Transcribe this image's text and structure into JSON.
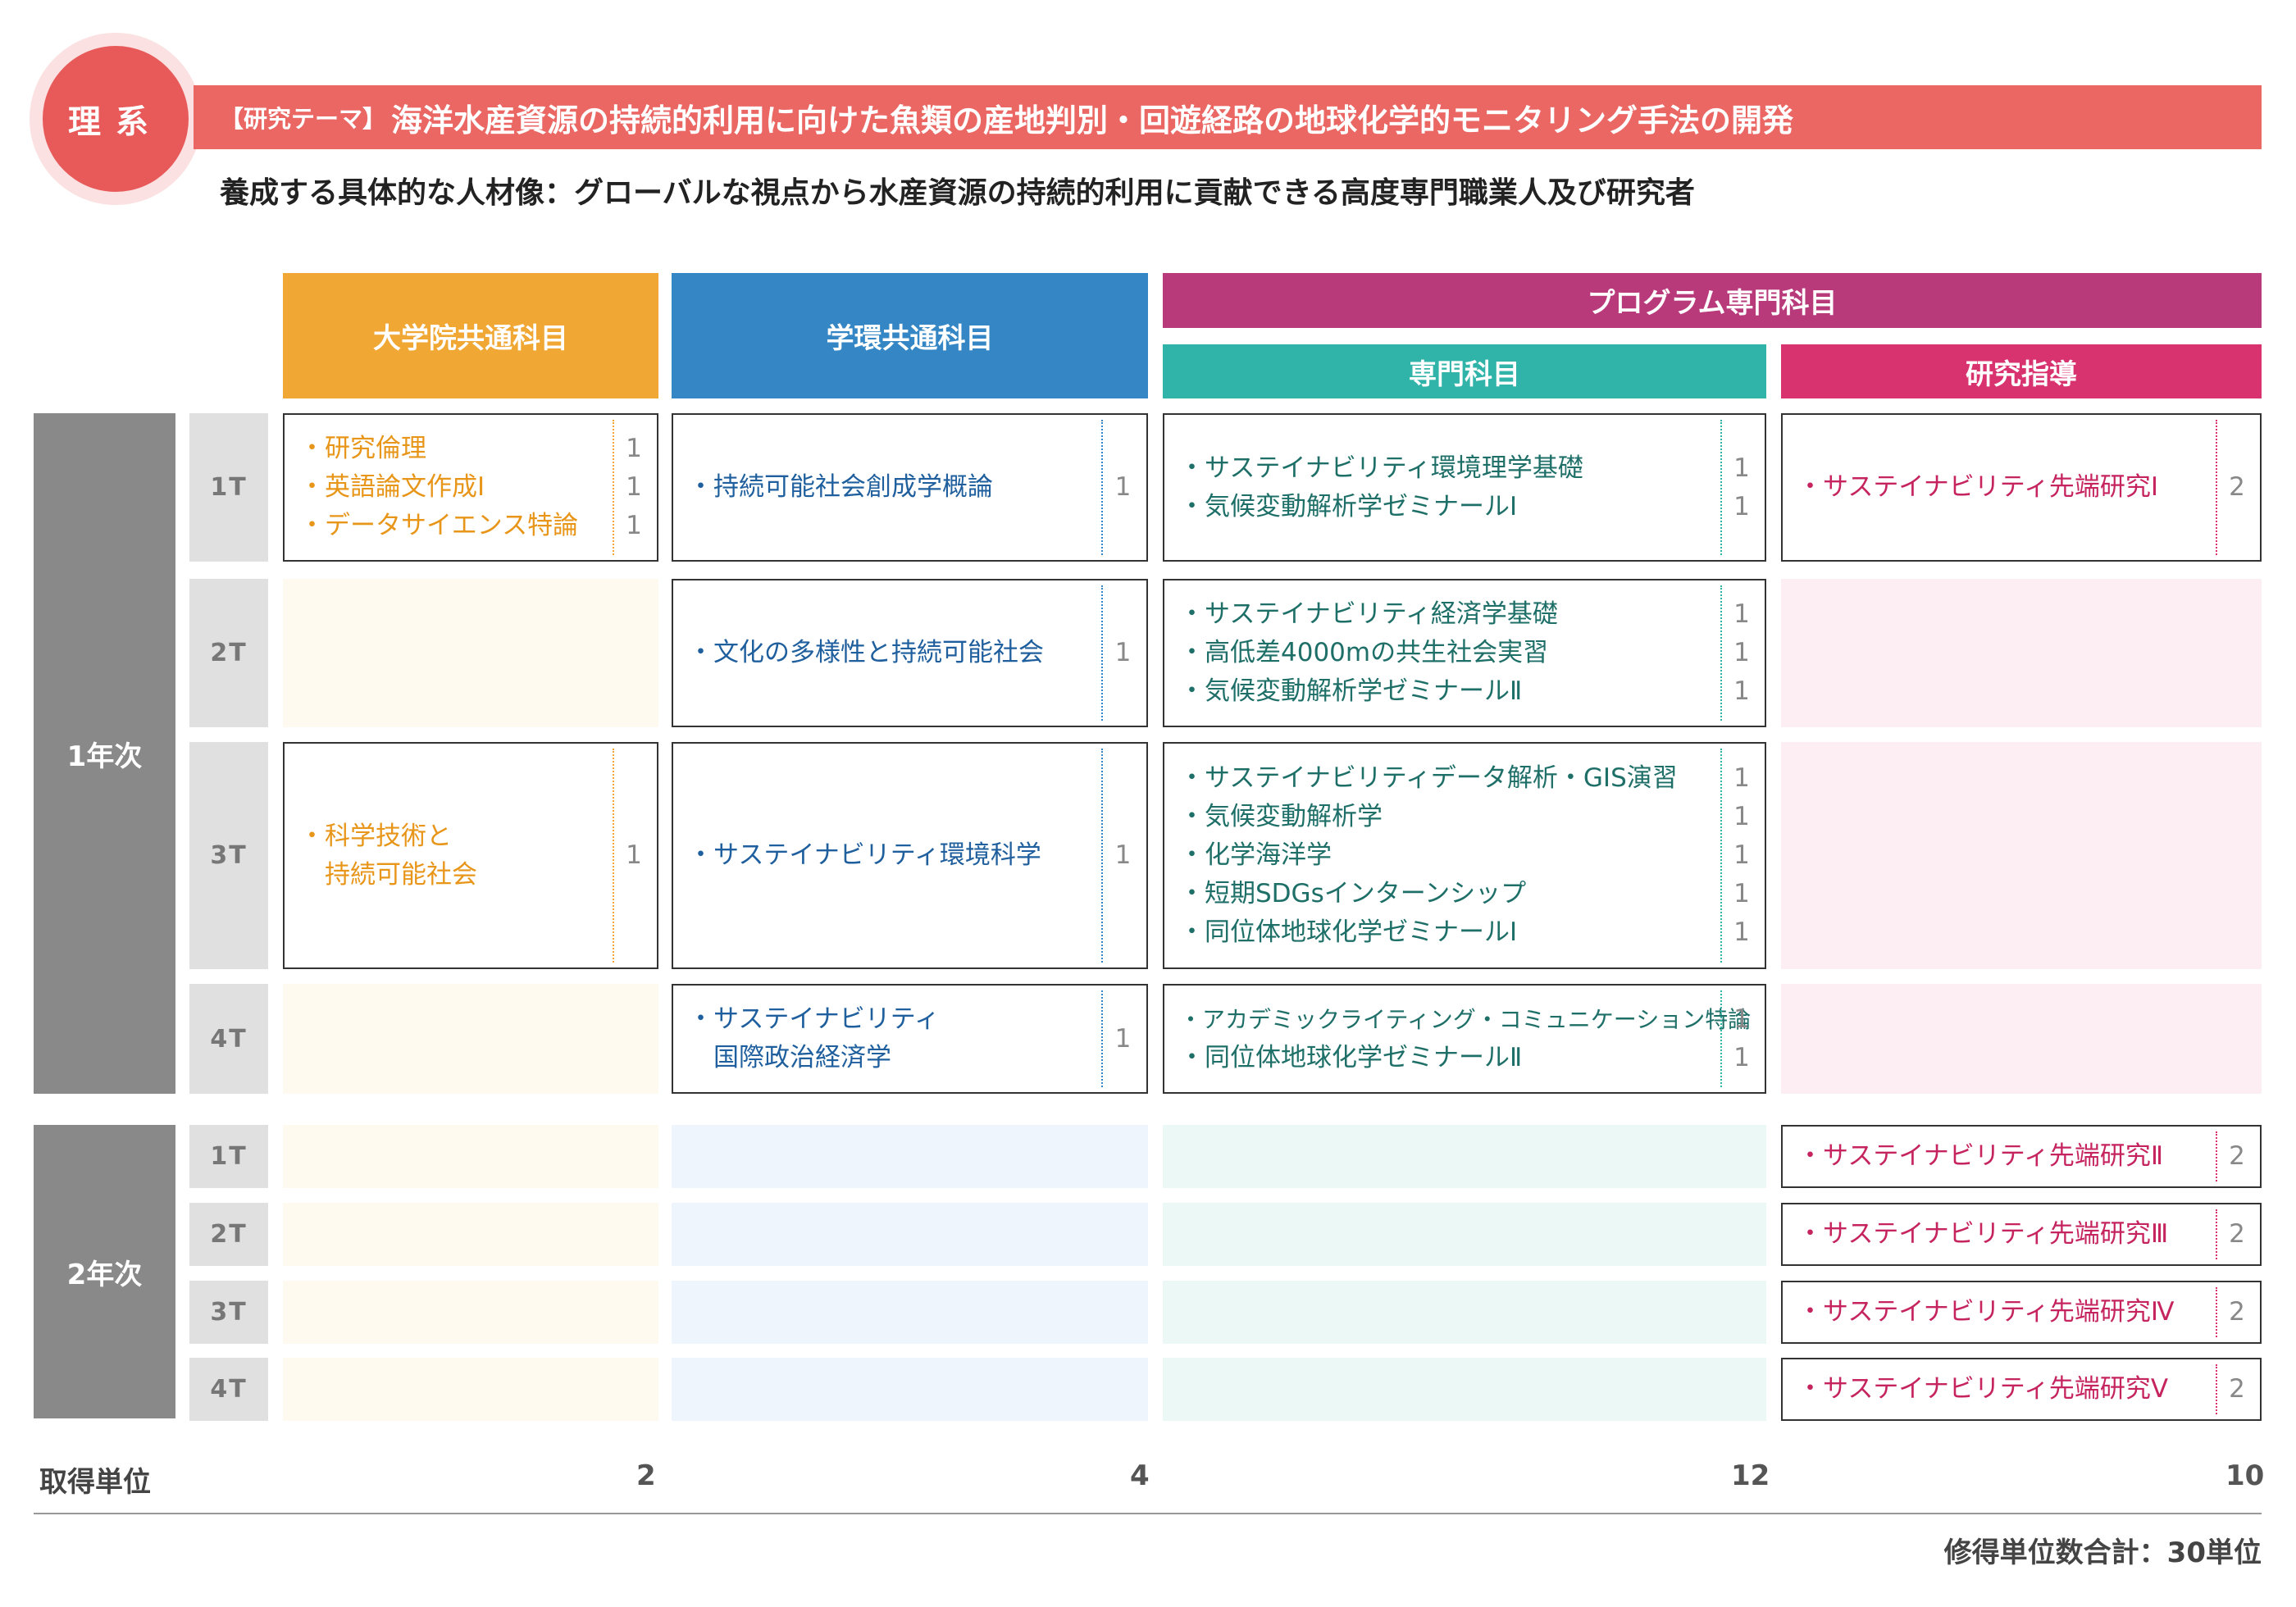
{
  "header": {
    "badge": "理系",
    "theme_prefix": "【研究テーマ】",
    "theme": "海洋水産資源の持続的利用に向けた魚類の産地判別・回遊経路の地球化学的モニタリング手法の開発",
    "subtitle": "養成する具体的な人材像：グローバルな視点から水産資源の持続的利用に貢献できる高度専門職業人及び研究者"
  },
  "columns": {
    "grad": "大学院共通科目",
    "gakkan": "学環共通科目",
    "program": "プログラム専門科目",
    "senmon": "専門科目",
    "kenkyu": "研究指導"
  },
  "years": {
    "y1": "1年次",
    "y2": "2年次"
  },
  "terms": [
    "1T",
    "2T",
    "3T",
    "4T",
    "1T",
    "2T",
    "3T",
    "4T"
  ],
  "cells": {
    "r1": {
      "grad": {
        "items": [
          "・研究倫理",
          "・英語論文作成Ⅰ",
          "・データサイエンス特論"
        ],
        "credits": [
          "1",
          "1",
          "1"
        ]
      },
      "gakkan": {
        "items": [
          "・持続可能社会創成学概論"
        ],
        "credits": [
          "1"
        ]
      },
      "senmon": {
        "items": [
          "・サステイナビリティ環境理学基礎",
          "・気候変動解析学ゼミナールⅠ"
        ],
        "credits": [
          "1",
          "1"
        ]
      },
      "kenkyu": {
        "items": [
          "・サステイナビリティ先端研究Ⅰ"
        ],
        "credits": [
          "2"
        ]
      }
    },
    "r2": {
      "gakkan": {
        "items": [
          "・文化の多様性と持続可能社会"
        ],
        "credits": [
          "1"
        ]
      },
      "senmon": {
        "items": [
          "・サステイナビリティ経済学基礎",
          "・高低差4000mの共生社会実習",
          "・気候変動解析学ゼミナールⅡ"
        ],
        "credits": [
          "1",
          "1",
          "1"
        ]
      }
    },
    "r3": {
      "grad": {
        "items": [
          "・科学技術と",
          "　持続可能社会"
        ],
        "credits": [
          "1"
        ]
      },
      "gakkan": {
        "items": [
          "・サステイナビリティ環境科学"
        ],
        "credits": [
          "1"
        ]
      },
      "senmon": {
        "items": [
          "・サステイナビリティデータ解析・GIS演習",
          "・気候変動解析学",
          "・化学海洋学",
          "・短期SDGsインターンシップ",
          "・同位体地球化学ゼミナールⅠ"
        ],
        "credits": [
          "1",
          "1",
          "1",
          "1",
          "1"
        ]
      }
    },
    "r4": {
      "gakkan": {
        "items": [
          "・サステイナビリティ",
          "　国際政治経済学"
        ],
        "credits": [
          "1"
        ]
      },
      "senmon": {
        "items": [
          "・アカデミックライティング・コミュニケーション特論",
          "・同位体地球化学ゼミナールⅡ"
        ],
        "credits": [
          "1",
          "1"
        ]
      }
    },
    "r5": {
      "kenkyu": {
        "items": [
          "・サステイナビリティ先端研究Ⅱ"
        ],
        "credits": [
          "2"
        ]
      }
    },
    "r6": {
      "kenkyu": {
        "items": [
          "・サステイナビリティ先端研究Ⅲ"
        ],
        "credits": [
          "2"
        ]
      }
    },
    "r7": {
      "kenkyu": {
        "items": [
          "・サステイナビリティ先端研究Ⅳ"
        ],
        "credits": [
          "2"
        ]
      }
    },
    "r8": {
      "kenkyu": {
        "items": [
          "・サステイナビリティ先端研究Ⅴ"
        ],
        "credits": [
          "2"
        ]
      }
    }
  },
  "footer": {
    "label": "取得単位",
    "grad": "2",
    "gakkan": "4",
    "senmon": "12",
    "kenkyu": "10",
    "total": "修得単位数合計：30単位"
  },
  "colors": {
    "accent": "#ea6764",
    "grad": "#f0a733",
    "gakkan": "#3486c4",
    "program": "#b93a7a",
    "senmon": "#30b3a9",
    "kenkyu": "#d8336f",
    "year": "#898989"
  }
}
